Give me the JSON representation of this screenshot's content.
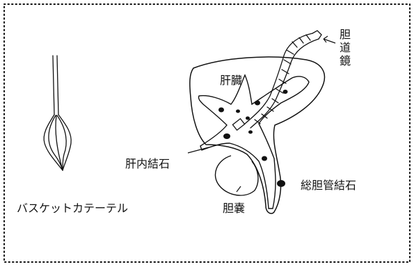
{
  "labels": {
    "basket_catheter": "バスケットカテーテル",
    "liver": "肝臓",
    "cholangioscope": "胆道鏡",
    "intrahepatic_stone": "肝内結石",
    "common_bile_duct_stone": "総胆管結石",
    "gallbladder": "胆嚢"
  },
  "colors": {
    "ink": "#111111",
    "paper": "#ffffff"
  },
  "icons": {
    "pointer_arrow": "left-arrow"
  }
}
